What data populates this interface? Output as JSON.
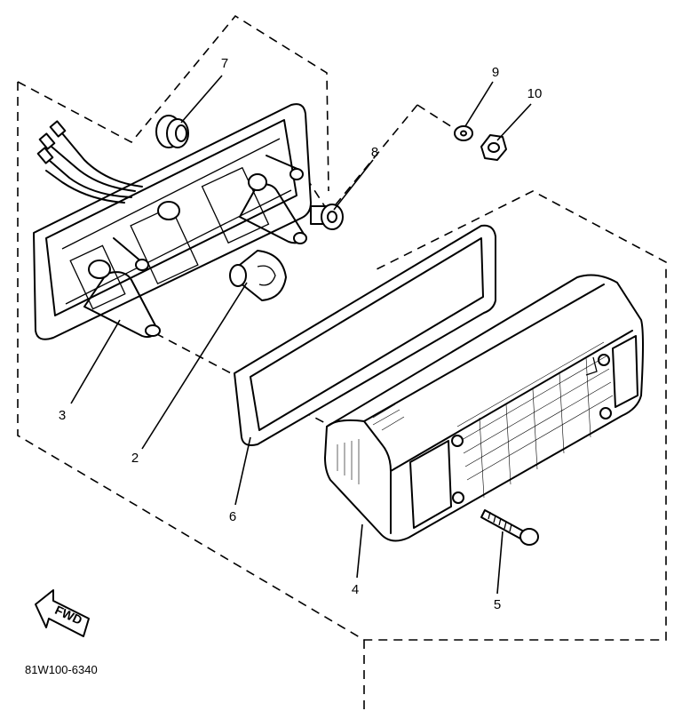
{
  "diagram": {
    "callouts": [
      "7",
      "9",
      "10",
      "8",
      "3",
      "2",
      "6",
      "4",
      "5"
    ],
    "fwd_label": "FWD",
    "part_code": "81W100-6340"
  }
}
